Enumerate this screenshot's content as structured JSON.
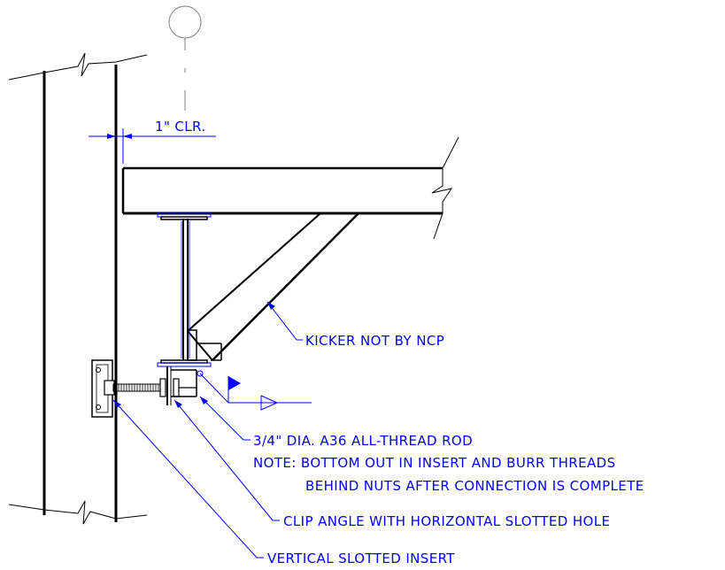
{
  "labels": {
    "clearance": "1\" CLR.",
    "kicker": "KICKER NOT BY NCP",
    "rod": "3/4\" DIA. A36 ALL-THREAD ROD",
    "note_line1": "NOTE: BOTTOM OUT IN INSERT AND BURR THREADS",
    "note_line2": "BEHIND NUTS AFTER CONNECTION IS COMPLETE",
    "clip_angle": "CLIP ANGLE WITH HORIZONTAL SLOTTED HOLE",
    "insert": "VERTICAL SLOTTED INSERT"
  },
  "colors": {
    "structure": "#000000",
    "annotation": "#0000ff",
    "grid_bubble": "#7f7f7f"
  }
}
